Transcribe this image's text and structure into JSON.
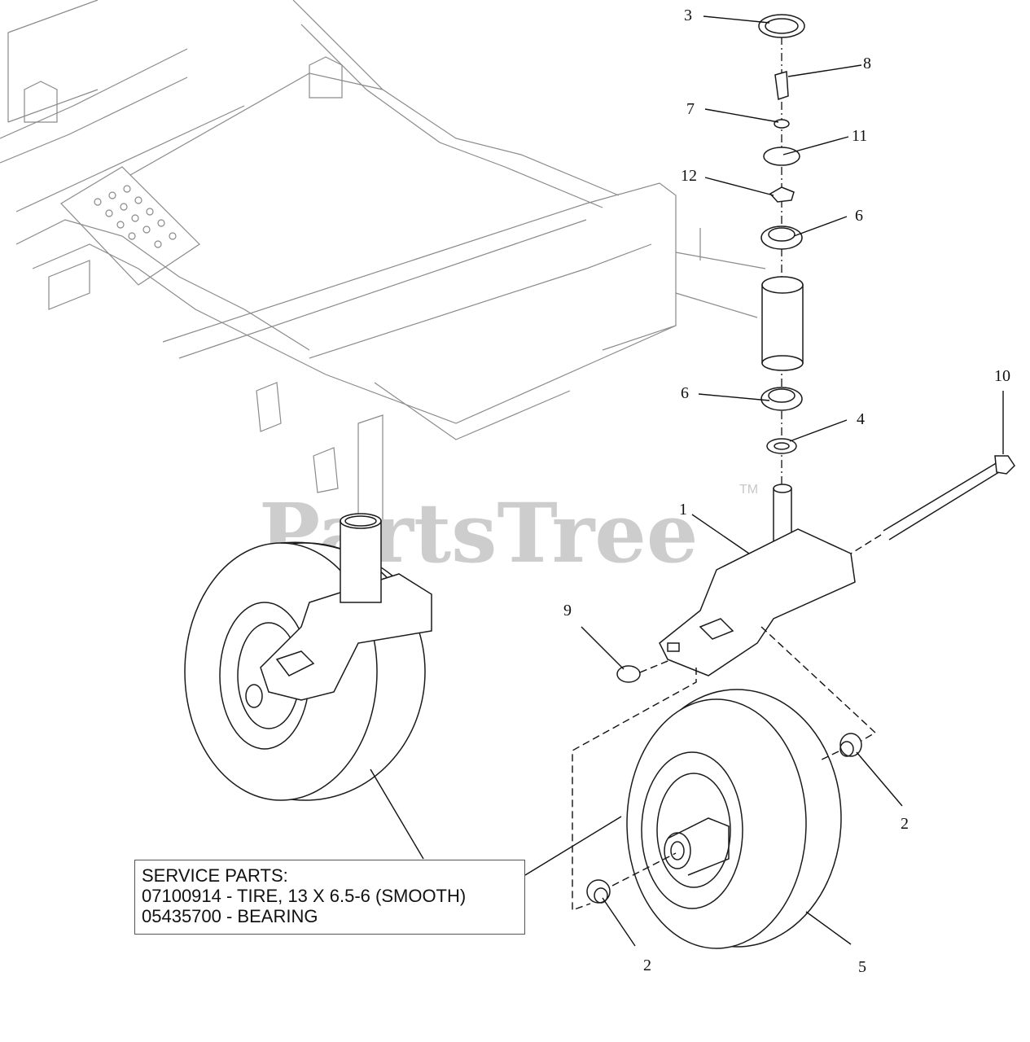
{
  "watermark": {
    "text": "PartsTree",
    "tm": "TM"
  },
  "callouts": [
    {
      "id": "c3",
      "label": "3"
    },
    {
      "id": "c8",
      "label": "8"
    },
    {
      "id": "c7",
      "label": "7"
    },
    {
      "id": "c11",
      "label": "11"
    },
    {
      "id": "c12",
      "label": "12"
    },
    {
      "id": "c6a",
      "label": "6"
    },
    {
      "id": "c6b",
      "label": "6"
    },
    {
      "id": "c4",
      "label": "4"
    },
    {
      "id": "c10",
      "label": "10"
    },
    {
      "id": "c1",
      "label": "1"
    },
    {
      "id": "c9",
      "label": "9"
    },
    {
      "id": "c2a",
      "label": "2"
    },
    {
      "id": "c2b",
      "label": "2"
    },
    {
      "id": "c5",
      "label": "5"
    }
  ],
  "service_parts": {
    "heading": "SERVICE PARTS:",
    "lines": [
      "07100914 - TIRE, 13 X 6.5-6 (SMOOTH)",
      "05435700 - BEARING"
    ]
  }
}
